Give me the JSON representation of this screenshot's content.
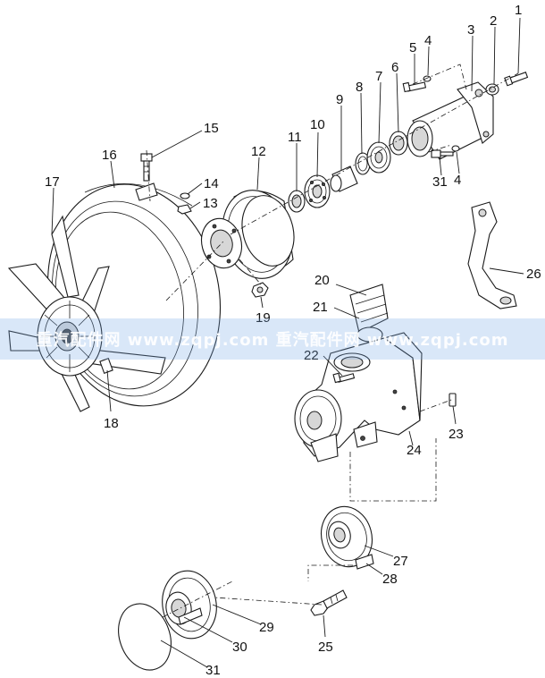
{
  "watermark": {
    "text": "重汽配件网 www.zqpj.com 重汽配件网 www.zqpj.com"
  },
  "callouts": [
    {
      "id": "1",
      "label": "1"
    },
    {
      "id": "2",
      "label": "2"
    },
    {
      "id": "3",
      "label": "3"
    },
    {
      "id": "4a",
      "label": "4"
    },
    {
      "id": "5",
      "label": "5"
    },
    {
      "id": "6",
      "label": "6"
    },
    {
      "id": "7",
      "label": "7"
    },
    {
      "id": "8",
      "label": "8"
    },
    {
      "id": "9",
      "label": "9"
    },
    {
      "id": "10",
      "label": "10"
    },
    {
      "id": "11",
      "label": "11"
    },
    {
      "id": "12",
      "label": "12"
    },
    {
      "id": "13",
      "label": "13"
    },
    {
      "id": "14",
      "label": "14"
    },
    {
      "id": "15",
      "label": "15"
    },
    {
      "id": "16",
      "label": "16"
    },
    {
      "id": "17",
      "label": "17"
    },
    {
      "id": "18",
      "label": "18"
    },
    {
      "id": "19",
      "label": "19"
    },
    {
      "id": "20",
      "label": "20"
    },
    {
      "id": "21",
      "label": "21"
    },
    {
      "id": "22",
      "label": "22"
    },
    {
      "id": "23",
      "label": "23"
    },
    {
      "id": "24",
      "label": "24"
    },
    {
      "id": "25",
      "label": "25"
    },
    {
      "id": "26",
      "label": "26"
    },
    {
      "id": "27",
      "label": "27"
    },
    {
      "id": "28",
      "label": "28"
    },
    {
      "id": "29",
      "label": "29"
    },
    {
      "id": "30",
      "label": "30"
    },
    {
      "id": "31a",
      "label": "31"
    },
    {
      "id": "4b",
      "label": "4"
    },
    {
      "id": "31b",
      "label": "31"
    }
  ]
}
